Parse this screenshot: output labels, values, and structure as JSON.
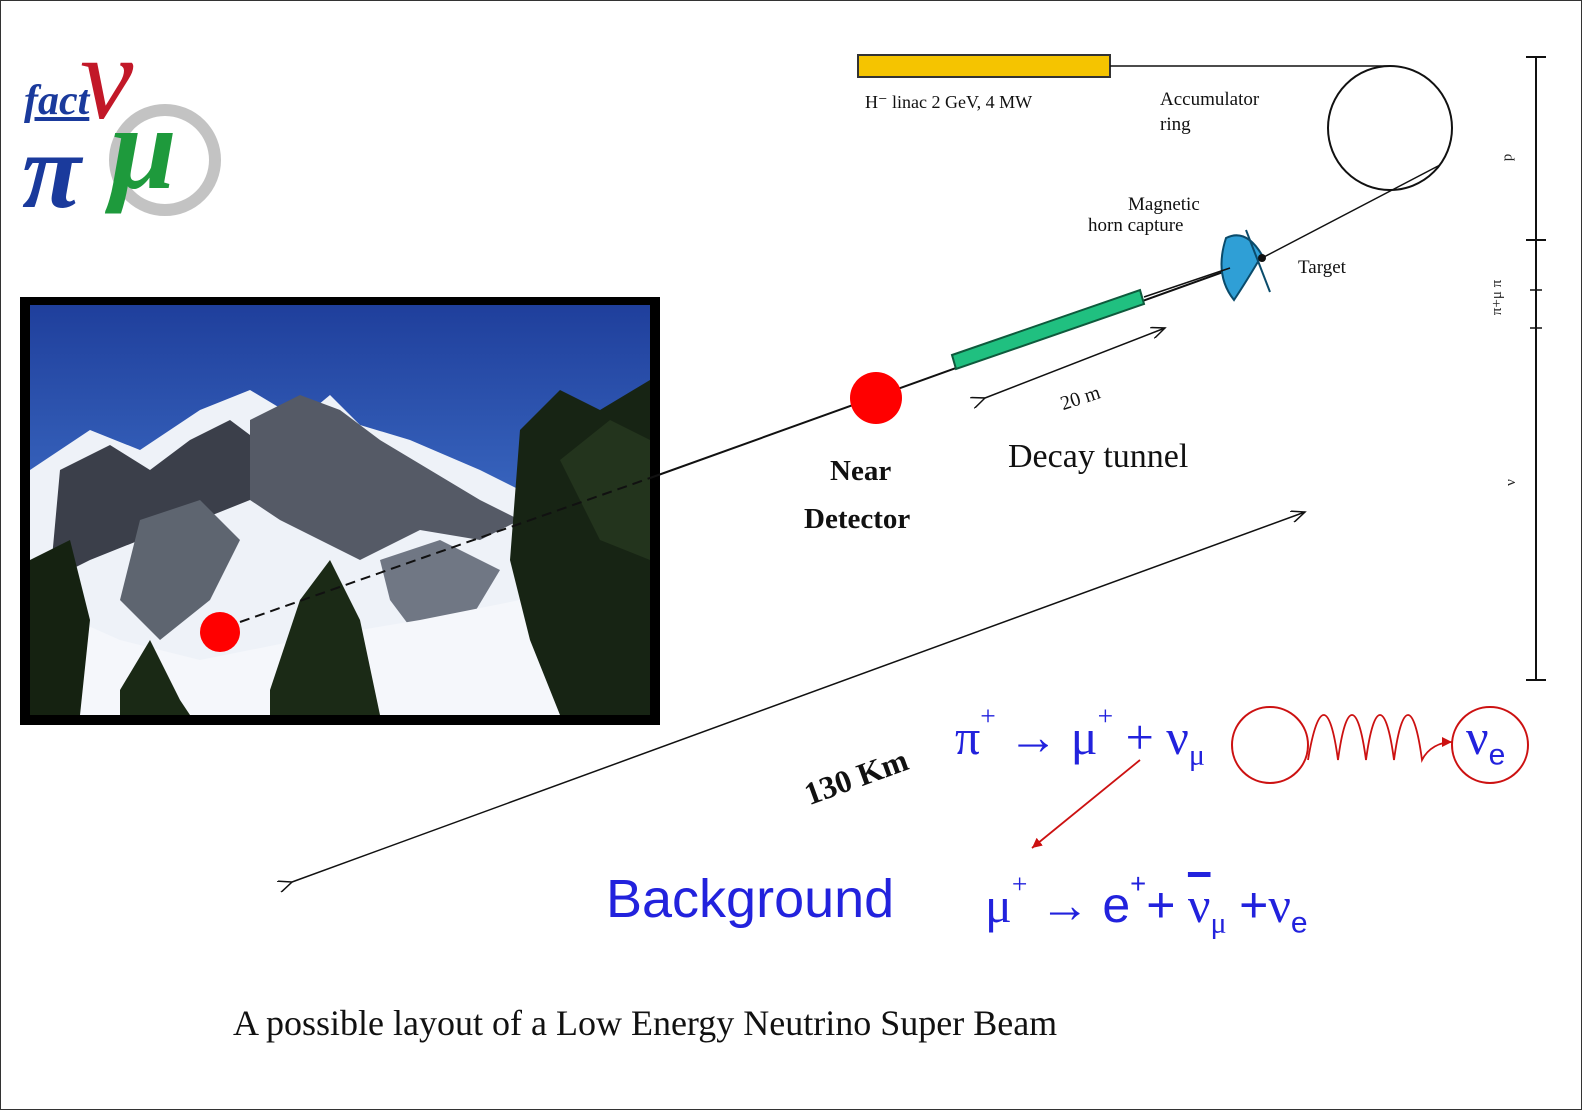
{
  "logo": {
    "text": "fact",
    "symbols": [
      "ν",
      "π",
      "μ"
    ]
  },
  "labels": {
    "linac": "H⁻ linac 2 GeV, 4 MW",
    "accumulator_line1": "Accumulator",
    "accumulator_line2": "ring",
    "magnetic_line1": "Magnetic",
    "magnetic_line2": "horn capture",
    "target": "Target",
    "tunnel_length": "20 m",
    "decay_tunnel": "Decay tunnel",
    "near_line1": "Near",
    "near_line2": "Detector",
    "distance": "130 Km"
  },
  "side_axis": {
    "segments": [
      "p",
      "π+μ π",
      "ν"
    ]
  },
  "equation_decay": {
    "pi": "π",
    "plus_sup": "+",
    "arrow": "→",
    "mu": "μ",
    "plus": "+",
    "nu": "ν",
    "mu_sub": "μ",
    "nu_e": "ν",
    "e_sub": "e"
  },
  "background": {
    "label": "Background",
    "mu": "μ",
    "plus_sup": "+",
    "arrow": "→",
    "e": "e",
    "e_sup": "+",
    "plus": "+",
    "nubar": "ν",
    "nubar_sub": "μ",
    "plus2": "+",
    "nu": "ν",
    "nu_sub": "e"
  },
  "caption": "A possible layout of a Low Energy Neutrino Super Beam",
  "colors": {
    "accent_blue": "#2222dd",
    "detector_red": "#ff0000",
    "linac_yellow": "#f5c400",
    "tunnel_green": "#20c080",
    "horn_blue": "#2f9fd6",
    "circle_red": "#cc1111"
  }
}
